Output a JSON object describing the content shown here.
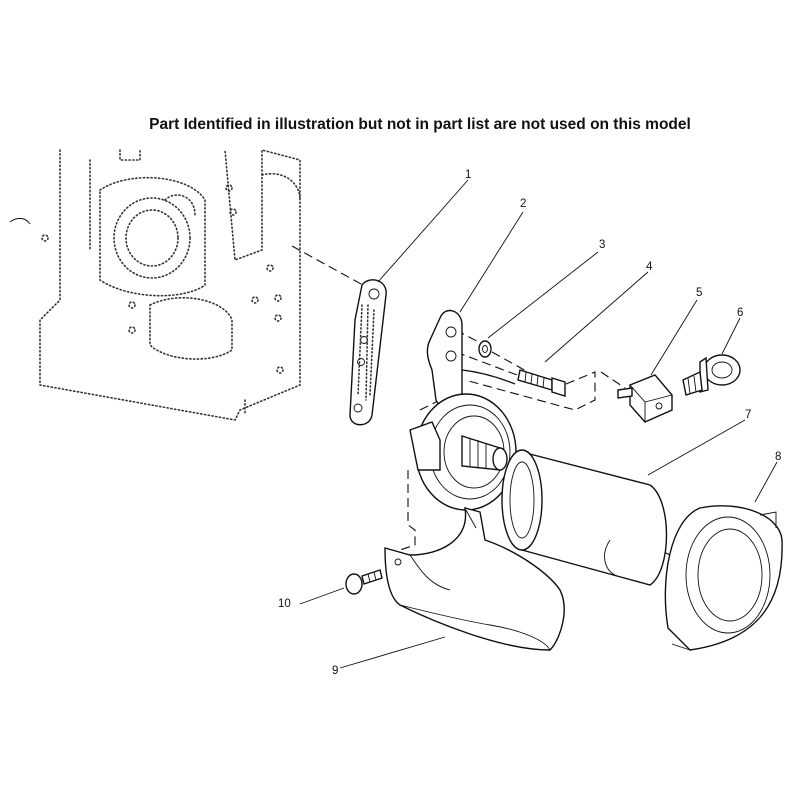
{
  "notice": "Part Identified in illustration but not in part list are not used on this model",
  "callouts": [
    "1",
    "2",
    "3",
    "4",
    "5",
    "6",
    "7",
    "8",
    "9",
    "10"
  ]
}
